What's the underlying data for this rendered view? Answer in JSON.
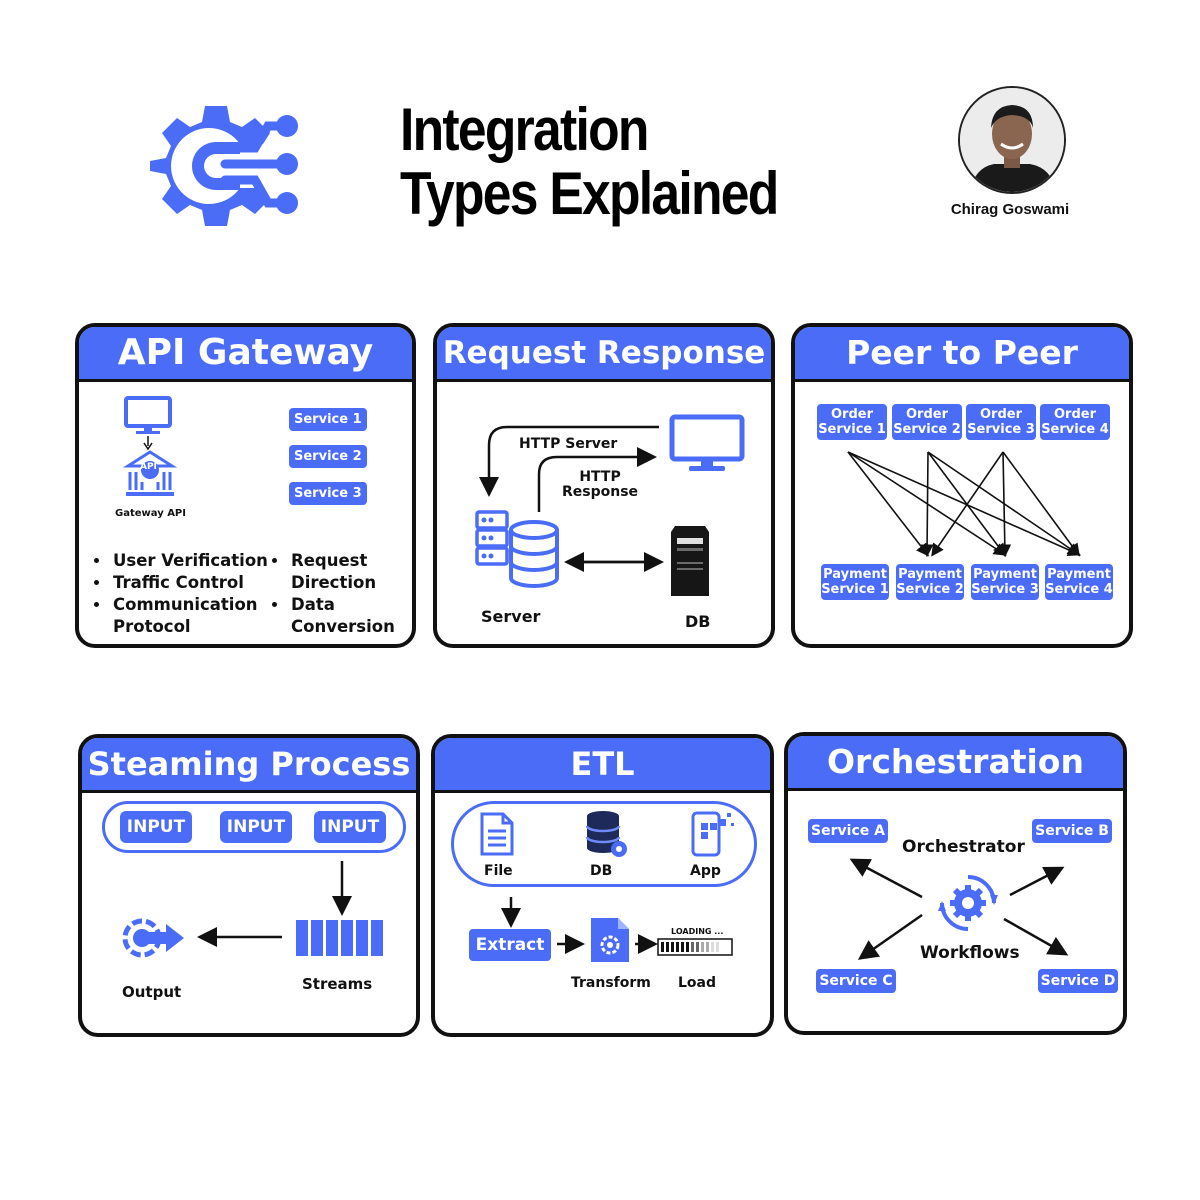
{
  "header": {
    "title_line1": "Integration",
    "title_line2": "Types Explained",
    "author": "Chirag Goswami",
    "logo_icon": "gear-circuit-icon"
  },
  "colors": {
    "accent": "#4a6cf7",
    "border": "#111111"
  },
  "cards": {
    "api_gateway": {
      "title": "API Gateway",
      "gateway_label": "Gateway API",
      "api_badge": "API",
      "services": [
        "Service 1",
        "Service 2",
        "Service 3"
      ],
      "bullets_left": [
        "User Verification",
        "Traffic Control",
        "Communication Protocol"
      ],
      "bullets_right": [
        "Request Direction",
        "Data Conversion"
      ]
    },
    "request_response": {
      "title": "Request Response",
      "http_server": "HTTP Server",
      "http_response_1": "HTTP",
      "http_response_2": "Response",
      "server_label": "Server",
      "db_label": "DB"
    },
    "peer_to_peer": {
      "title": "Peer to Peer",
      "orders": [
        {
          "l1": "Order",
          "l2": "Service 1"
        },
        {
          "l1": "Order",
          "l2": "Service 2"
        },
        {
          "l1": "Order",
          "l2": "Service 3"
        },
        {
          "l1": "Order",
          "l2": "Service 4"
        }
      ],
      "payments": [
        {
          "l1": "Payment",
          "l2": "Service 1"
        },
        {
          "l1": "Payment",
          "l2": "Service 2"
        },
        {
          "l1": "Payment",
          "l2": "Service 3"
        },
        {
          "l1": "Payment",
          "l2": "Service 4"
        }
      ]
    },
    "streaming": {
      "title": "Steaming Process",
      "inputs": [
        "INPUT",
        "INPUT",
        "INPUT"
      ],
      "streams_label": "Streams",
      "output_label": "Output"
    },
    "etl": {
      "title": "ETL",
      "sources": [
        "File",
        "DB",
        "App"
      ],
      "extract": "Extract",
      "transform": "Transform",
      "load": "Load",
      "loading": "LOADING ..."
    },
    "orchestration": {
      "title": "Orchestration",
      "orchestrator": "Orchestrator",
      "workflows": "Workflows",
      "services": [
        "Service A",
        "Service B",
        "Service C",
        "Service D"
      ]
    }
  }
}
